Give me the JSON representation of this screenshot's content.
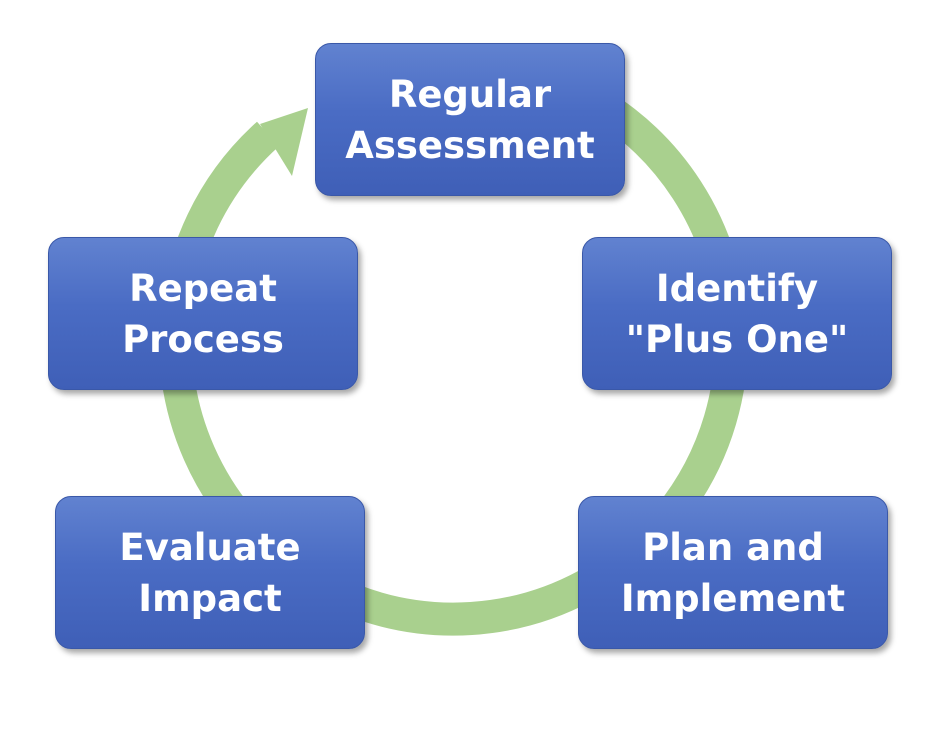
{
  "colors": {
    "box_fill": "#4a6cc4",
    "box_text": "#ffffff",
    "cycle_arrow": "#a9d08e"
  },
  "cycle": {
    "steps": [
      {
        "line1": "Regular",
        "line2": "Assessment"
      },
      {
        "line1": "Identify",
        "line2": "\"Plus One\""
      },
      {
        "line1": "Plan and",
        "line2": "Implement"
      },
      {
        "line1": "Evaluate",
        "line2": "Impact"
      },
      {
        "line1": "Repeat",
        "line2": "Process"
      }
    ]
  }
}
